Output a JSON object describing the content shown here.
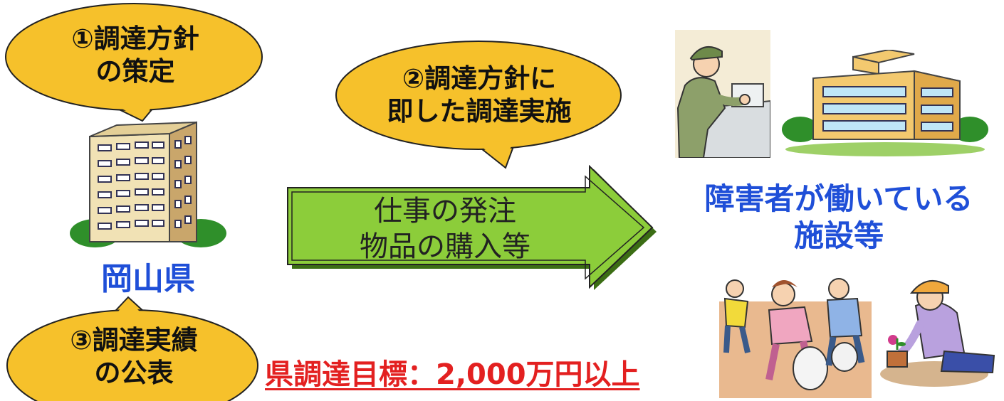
{
  "bubbles": {
    "policy_line1": "①調達方針",
    "policy_line2": "の策定",
    "implement_line1": "②調達方針に",
    "implement_line2": "即した調達実施",
    "publish_line1": "③調達実績",
    "publish_line2": "の公表"
  },
  "prefecture": {
    "label": "岡山県"
  },
  "arrow": {
    "line1": "仕事の発注",
    "line2": "物品の購入等"
  },
  "facility": {
    "line1": "障害者が働いている",
    "line2": "施設等"
  },
  "target": {
    "text": "県調達目標：2,000万円以上"
  },
  "colors": {
    "bubble_fill": "#f6c12b",
    "arrow_fill": "#8ccd3a",
    "label_blue": "#1f4fd8",
    "target_red": "#e32020"
  },
  "icons": {
    "prefecture_building": "office-tower-illustration",
    "worker": "worker-packing-illustration",
    "facility_building": "facility-building-illustration",
    "cleanup": "cleanup-workers-illustration",
    "gardener": "gardener-illustration"
  }
}
